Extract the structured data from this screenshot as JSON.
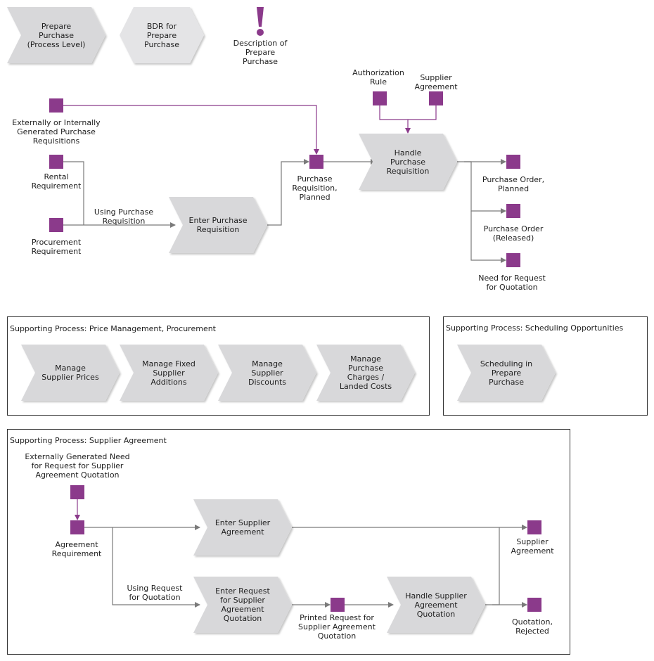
{
  "colors": {
    "object": "#8b3a8b",
    "process": "#d8d8da",
    "arrow": "#7a7a7a",
    "connector": "#8b3a8b",
    "frame": "#333333"
  },
  "icons": {
    "exclamation": "exclamation-icon"
  },
  "legend": {
    "prepare_purchase": "Prepare\nPurchase\n(Process Level)",
    "bdr": "BDR for\nPrepare\nPurchase",
    "description": "Description of\nPrepare\nPurchase"
  },
  "main": {
    "ext_req": "Externally or Internally\nGenerated Purchase\nRequisitions",
    "rental": "Rental\nRequirement",
    "procurement": "Procurement\nRequirement",
    "using_pr": "Using Purchase\nRequisition",
    "enter_pr": "Enter Purchase\nRequisition",
    "pr_planned": "Purchase\nRequisition,\nPlanned",
    "auth_rule": "Authorization\nRule",
    "supplier_agreement": "Supplier\nAgreement",
    "handle_pr": "Handle\nPurchase\nRequisition",
    "po_planned": "Purchase Order,\nPlanned",
    "po_released": "Purchase Order\n(Released)",
    "need_rfq": "Need for Request\nfor Quotation"
  },
  "price_mgmt": {
    "title": "Supporting Process: Price Management, Procurement",
    "p1": "Manage\nSupplier Prices",
    "p2": "Manage Fixed\nSupplier\nAdditions",
    "p3": "Manage\nSupplier\nDiscounts",
    "p4": "Manage\nPurchase\nCharges /\nLanded Costs"
  },
  "scheduling": {
    "title": "Supporting Process: Scheduling Opportunities",
    "p1": "Scheduling in\nPrepare\nPurchase"
  },
  "supplier_agreement_box": {
    "title": "Supporting Process: Supplier Agreement",
    "ext_need": "Externally Generated Need\nfor Request for Supplier\nAgreement Quotation",
    "agreement_req": "Agreement\nRequirement",
    "enter_sa": "Enter Supplier\nAgreement",
    "using_rfq": "Using Request\nfor Quotation",
    "enter_rfq": "Enter Request\nfor Supplier\nAgreement\nQuotation",
    "printed_rfq": "Printed Request for\nSupplier Agreement\nQuotation",
    "handle_saq": "Handle Supplier\nAgreement\nQuotation",
    "supplier_agreement_out": "Supplier\nAgreement",
    "quotation_rejected": "Quotation,\nRejected"
  }
}
